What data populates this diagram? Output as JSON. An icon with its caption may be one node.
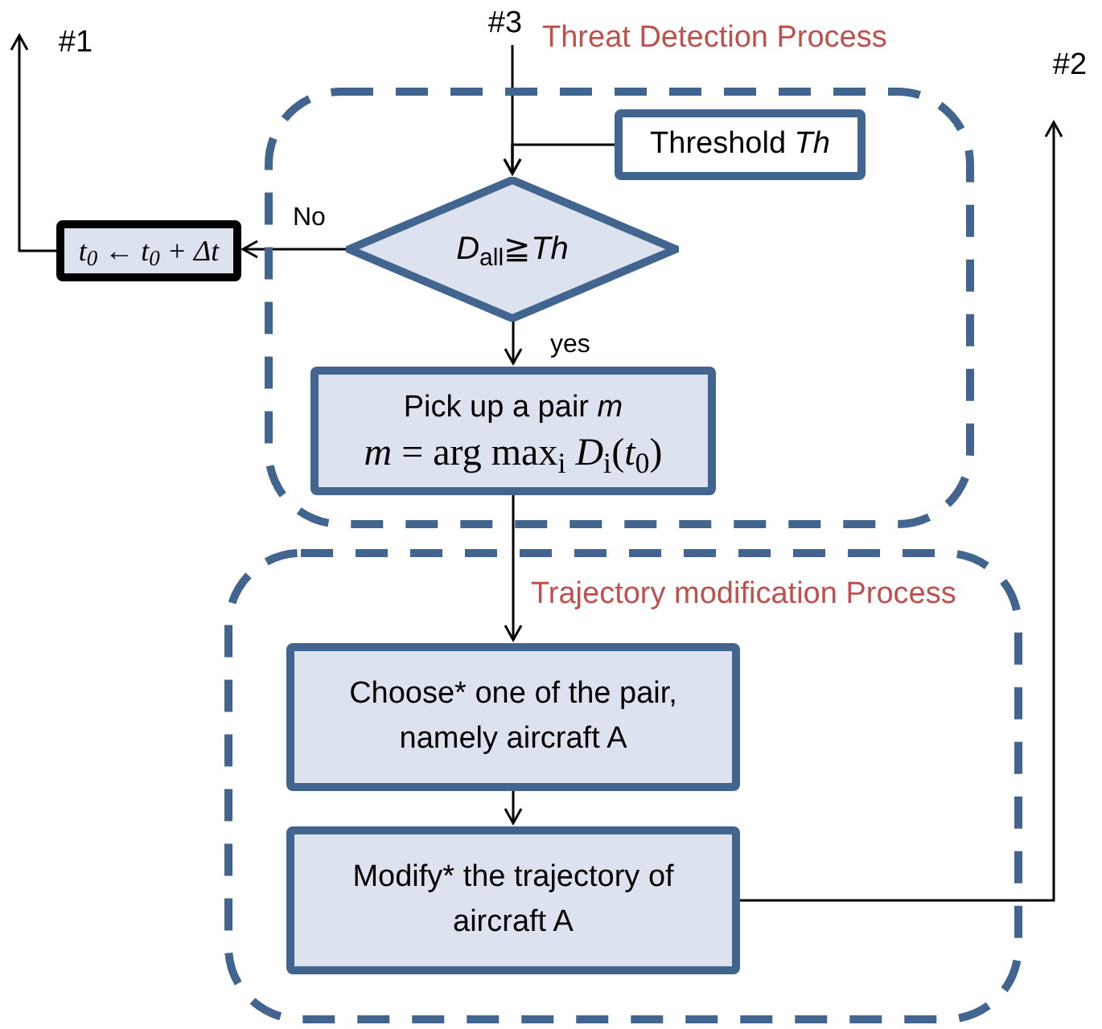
{
  "diagram": {
    "nodes": [
      {
        "text": [
          "Threat Detection Process"
        ]
      },
      {
        "text": [
          "Threshold *Th*"
        ],
        "in": 0
      },
      {
        "text": [
          "*D*$_{all}$≧*Th*"
        ],
        "in": 0
      },
      {
        "text": [
          "Pick up a pair *m*",
          "*m* = arg max$_{i}$ *D*$_{i}$(*t*$_{0}$)"
        ],
        "in": 0
      },
      {
        "text": [
          "t$_{0}$ ← t$_{0}$ + Δt"
        ]
      },
      {
        "text": [
          "Trajectory modification Process"
        ]
      },
      {
        "text": [
          "Choose* one of the pair, namely aircraft A"
        ],
        "in": 5
      },
      {
        "text": [
          "Modify* the trajectory of aircraft A"
        ],
        "in": 5
      },
      {
        "text": [
          "#1"
        ]
      },
      {
        "text": [
          "#2"
        ]
      },
      {
        "text": [
          "#3"
        ]
      }
    ],
    "edges": [
      {
        "from": 10,
        "to": 2,
        "arrow": "to"
      },
      {
        "from": 1,
        "to": 2,
        "arrow": "to"
      },
      {
        "from": 2,
        "to": 4,
        "arrow": "to",
        "label": "No"
      },
      {
        "from": 2,
        "to": 3,
        "arrow": "to",
        "label": "yes"
      },
      {
        "from": 4,
        "to": 8,
        "arrow": "to"
      },
      {
        "from": 3,
        "to": 6,
        "arrow": "to"
      },
      {
        "from": 6,
        "to": 7,
        "arrow": "to"
      },
      {
        "from": 7,
        "to": 9,
        "arrow": "to"
      }
    ]
  }
}
